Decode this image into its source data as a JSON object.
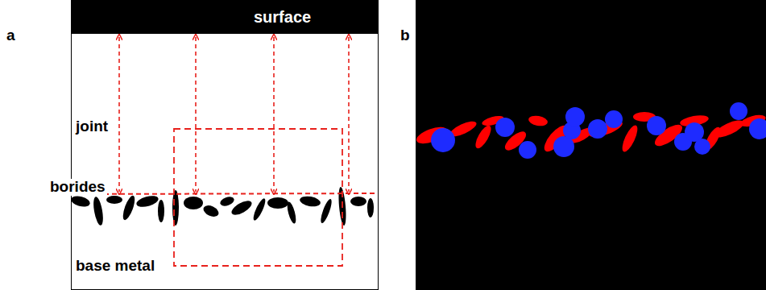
{
  "diagram": {
    "nodes": [
      {
        "text": [
          "surface"
        ]
      }
    ],
    "labels": [
      "a",
      "b",
      "joint",
      "borides",
      "base metal"
    ]
  }
}
